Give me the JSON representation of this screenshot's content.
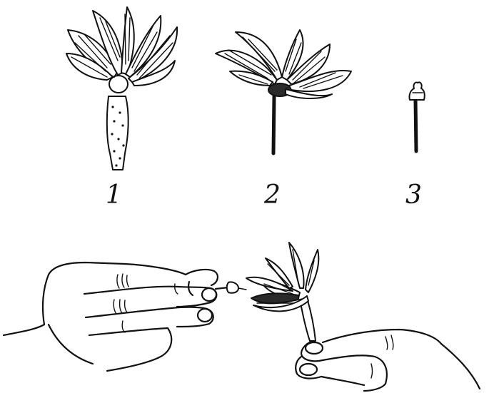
{
  "figure_labels": {
    "stage_1": "1",
    "stage_2": "2",
    "stage_3": "3"
  }
}
